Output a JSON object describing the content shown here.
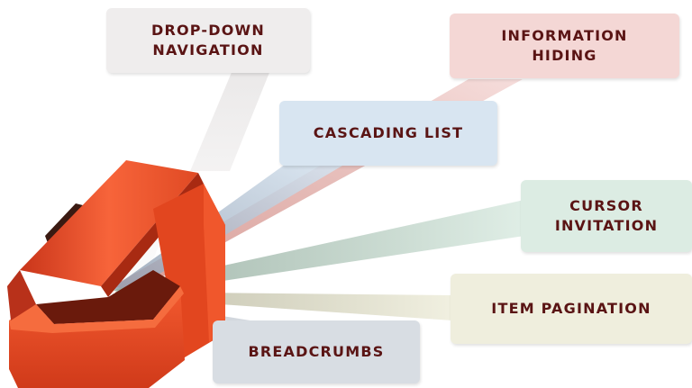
{
  "labels": {
    "dropdown_navigation": "DROP-DOWN\nNAVIGATION",
    "information_hiding": "INFORMATION\nHIDING",
    "cascading_list": "CASCADING LIST",
    "cursor_invitation": "CURSOR\nINVITATION",
    "item_pagination": "ITEM PAGINATION",
    "breadcrumbs": "BREADCRUMBS"
  },
  "colors": {
    "text": "#5a1414",
    "toolbox_light": "#f24c25",
    "toolbox_mid": "#d93a1c",
    "toolbox_dark": "#a82a12",
    "toolbox_inside": "#6a1a0c",
    "handle": "#3a1a12",
    "box_dropdown": "#efeded",
    "box_information": "#f4d7d5",
    "box_cascading": "#d8e5f1",
    "box_cursor": "#dcece3",
    "box_pagination": "#efeedd",
    "box_breadcrumbs": "#d8dde3"
  }
}
